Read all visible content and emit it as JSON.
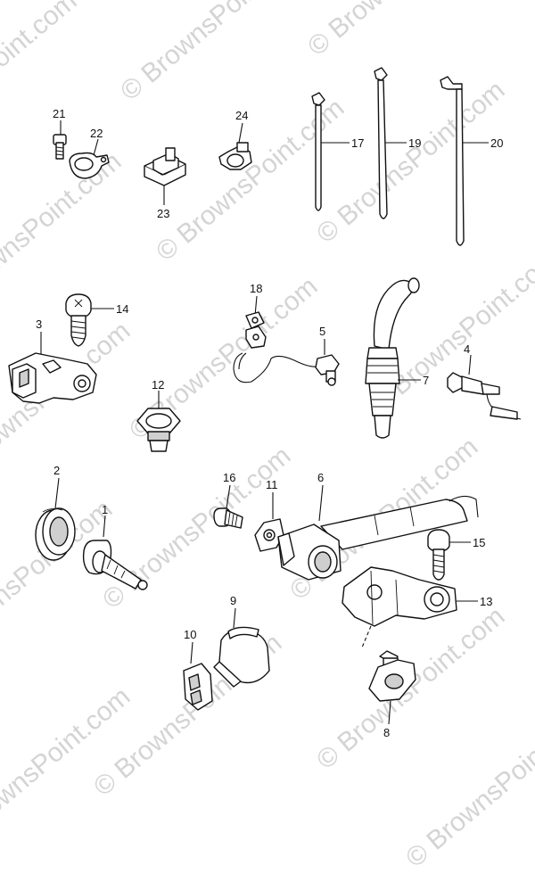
{
  "watermark": {
    "text": "© BrownsPoint.com"
  },
  "callouts": {
    "c1": "1",
    "c2": "2",
    "c3": "3",
    "c4": "4",
    "c5": "5",
    "c6": "6",
    "c7": "7",
    "c8": "8",
    "c9": "9",
    "c10": "10",
    "c11": "11",
    "c12": "12",
    "c13": "13",
    "c14": "14",
    "c15": "15",
    "c16": "16",
    "c17": "17",
    "c18": "18",
    "c19": "19",
    "c20": "20",
    "c21": "21",
    "c22": "22",
    "c23": "23",
    "c24": "24"
  }
}
